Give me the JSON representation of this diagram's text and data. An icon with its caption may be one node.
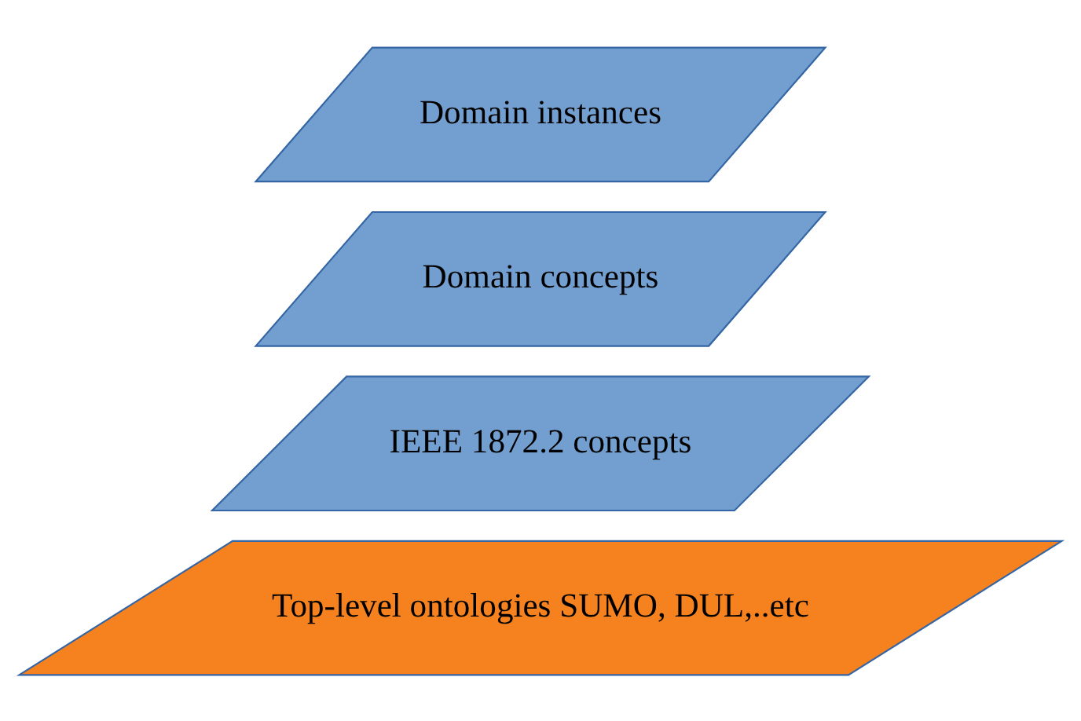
{
  "diagram": {
    "nodes": [
      {
        "text": [
          "Top-level ontologies SUMO, DUL,..etc"
        ]
      },
      {
        "text": [
          "IEEE 1872.2 concepts"
        ]
      },
      {
        "text": [
          "Domain concepts"
        ]
      },
      {
        "text": [
          "Domain instances"
        ]
      }
    ]
  }
}
